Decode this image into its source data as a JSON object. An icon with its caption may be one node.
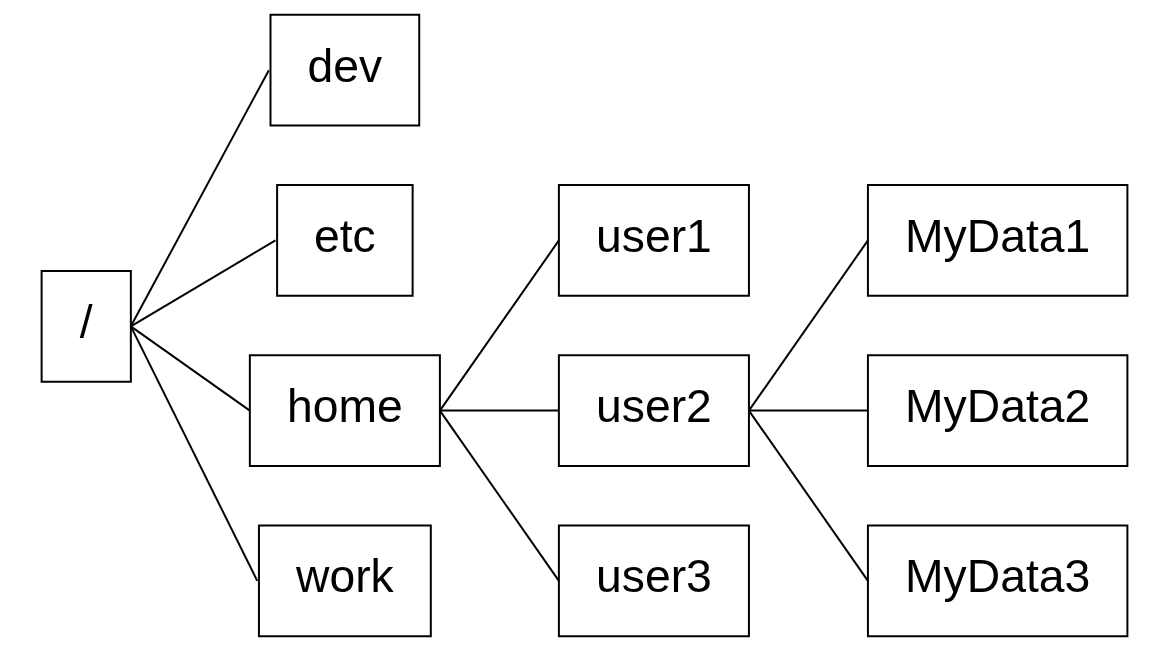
{
  "diagram": {
    "nodes": [
      {
        "text": [
          "/"
        ]
      },
      {
        "text": [
          "dev"
        ]
      },
      {
        "text": [
          "etc"
        ]
      },
      {
        "text": [
          "home"
        ]
      },
      {
        "text": [
          "work"
        ]
      },
      {
        "text": [
          "user1"
        ]
      },
      {
        "text": [
          "user2"
        ]
      },
      {
        "text": [
          "user3"
        ]
      },
      {
        "text": [
          "MyData1"
        ]
      },
      {
        "text": [
          "MyData2"
        ]
      },
      {
        "text": [
          "MyData3"
        ]
      }
    ],
    "edges": [
      {
        "from": 0,
        "to": 1,
        "arrow": "none"
      },
      {
        "from": 0,
        "to": 2,
        "arrow": "none"
      },
      {
        "from": 0,
        "to": 3,
        "arrow": "none"
      },
      {
        "from": 0,
        "to": 4,
        "arrow": "none"
      },
      {
        "from": 3,
        "to": 5,
        "arrow": "none"
      },
      {
        "from": 3,
        "to": 6,
        "arrow": "none"
      },
      {
        "from": 3,
        "to": 7,
        "arrow": "none"
      },
      {
        "from": 6,
        "to": 8,
        "arrow": "none"
      },
      {
        "from": 6,
        "to": 9,
        "arrow": "none"
      },
      {
        "from": 6,
        "to": 10,
        "arrow": "none"
      }
    ]
  }
}
